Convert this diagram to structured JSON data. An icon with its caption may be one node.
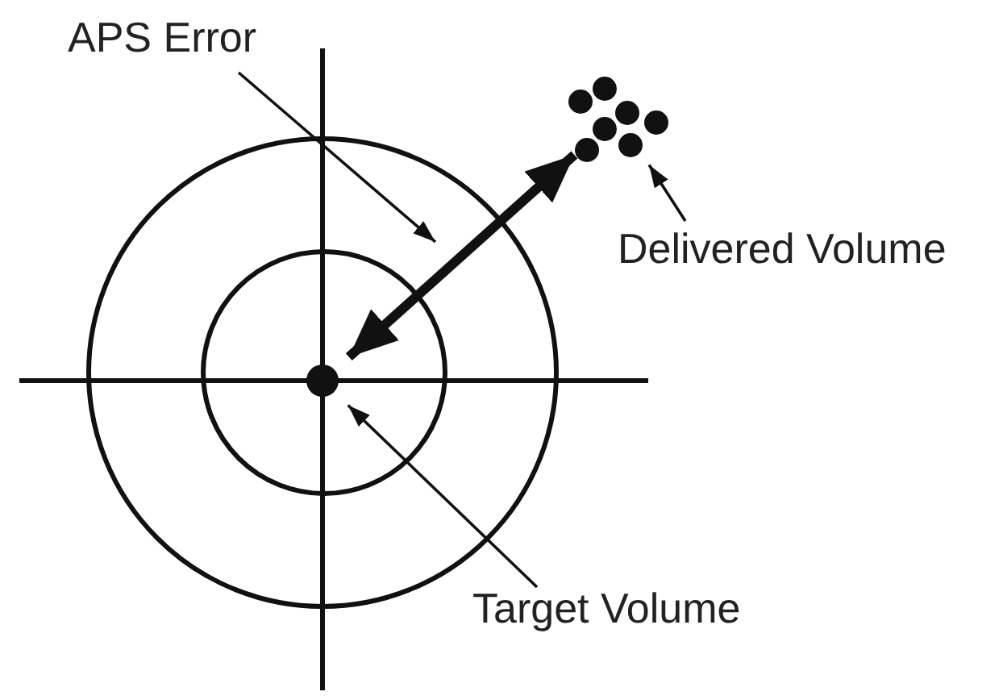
{
  "diagram": {
    "nodes": [
      {
        "text": [
          "APS Error"
        ]
      },
      {
        "text": [
          "Delivered Volume"
        ]
      },
      {
        "text": [
          "Target Volume"
        ]
      },
      {
        "text": [],
        "shape": "circle"
      },
      {
        "text": [],
        "shape": "circle"
      }
    ],
    "edges": [
      {
        "from": 3,
        "to": 4,
        "arrow": "both",
        "style": "thick"
      },
      {
        "from": 0,
        "to": null,
        "arrow": "to"
      },
      {
        "from": 1,
        "to": 4,
        "arrow": "to"
      },
      {
        "from": 2,
        "to": 3,
        "arrow": "to"
      }
    ]
  }
}
